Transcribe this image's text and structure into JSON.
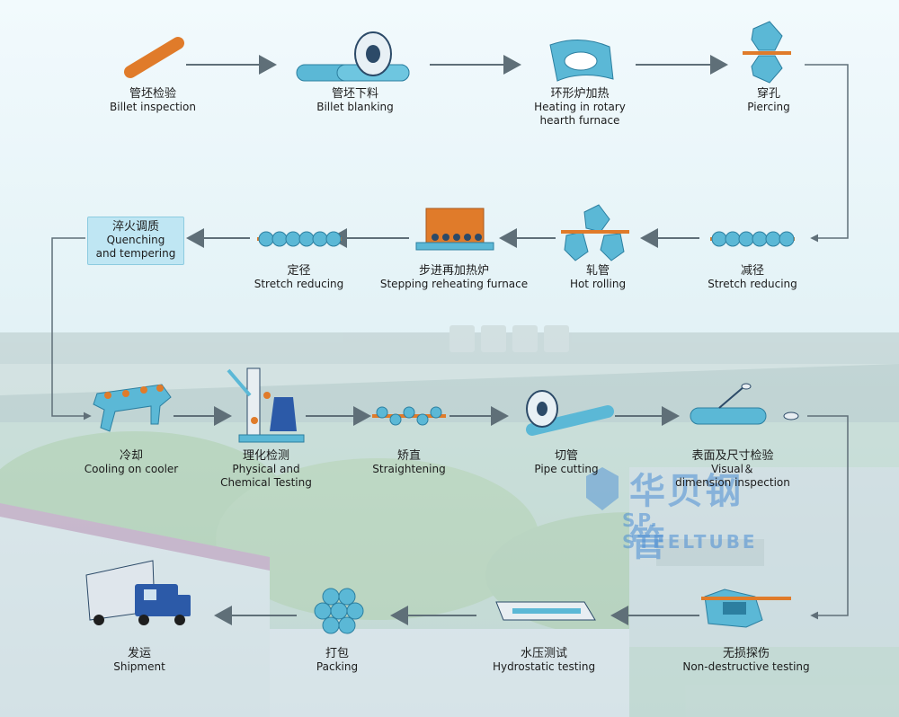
{
  "steps": [
    {
      "zh": "管坯检验",
      "en": "Billet inspection"
    },
    {
      "zh": "管坯下料",
      "en": "Billet blanking"
    },
    {
      "zh": "环形炉加热",
      "en": "Heating in rotary",
      "en2": "hearth furnace"
    },
    {
      "zh": "穿孔",
      "en": "Piercing"
    },
    {
      "zh": "减径",
      "en": "Stretch reducing"
    },
    {
      "zh": "轧管",
      "en": "Hot rolling"
    },
    {
      "zh": "步进再加热炉",
      "en": "Stepping reheating furnace"
    },
    {
      "zh": "定径",
      "en": "Stretch reducing"
    },
    {
      "zh": "淬火调质",
      "en": "Quenching",
      "en2": "and tempering"
    },
    {
      "zh": "冷却",
      "en": "Cooling on cooler"
    },
    {
      "zh": "理化检测",
      "en": "Physical and",
      "en2": "Chemical Testing"
    },
    {
      "zh": "矫直",
      "en": "Straightening"
    },
    {
      "zh": "切管",
      "en": "Pipe cutting"
    },
    {
      "zh": "表面及尺寸检验",
      "en": "Visual＆",
      "en2": "dimension inspection"
    },
    {
      "zh": "无损探伤",
      "en": "Non-destructive testing"
    },
    {
      "zh": "水压测试",
      "en": "Hydrostatic testing"
    },
    {
      "zh": "打包",
      "en": "Packing"
    },
    {
      "zh": "发运",
      "en": "Shipment"
    }
  ],
  "watermark": {
    "cn": "华贝钢管",
    "en": "SP. STEELTUBE"
  },
  "colors": {
    "pipe": "#5bb8d6",
    "billet": "#e07b2a",
    "arrow": "#5f6f78",
    "sky": "#eaf6fb"
  }
}
